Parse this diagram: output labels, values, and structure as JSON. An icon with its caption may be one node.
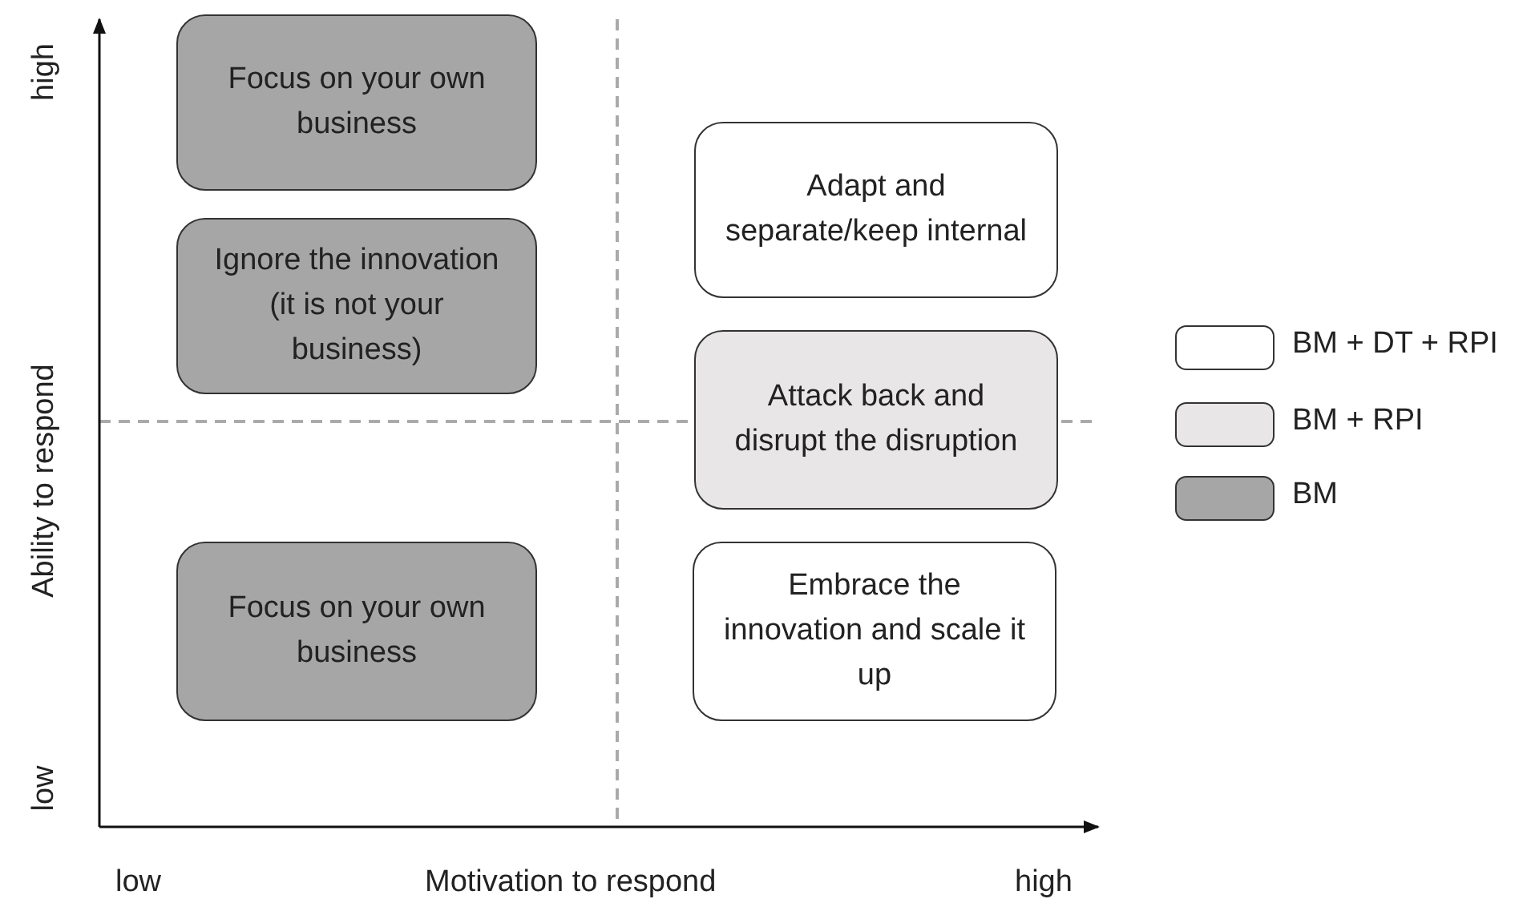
{
  "diagram": {
    "nodes": [
      {
        "text": [
          "Focus on your own business"
        ]
      },
      {
        "text": [
          "Adapt and separate/keep internal"
        ]
      },
      {
        "text": [
          "Ignore the innovation (it is not your business)"
        ]
      },
      {
        "text": [
          "Attack back and disrupt the disruption"
        ]
      },
      {
        "text": [
          "Focus on your own business"
        ]
      },
      {
        "text": [
          "Embrace the innovation and scale it up"
        ]
      }
    ],
    "labels": [
      "high",
      "Ability to respond",
      "low",
      "low",
      "Motivation to respond",
      "high"
    ],
    "legend": [
      {
        "text": "BM + DT + RPI",
        "color": "#ffffff"
      },
      {
        "text": "BM + RPI",
        "color": "#e8e6e6"
      },
      {
        "text": "BM",
        "color": "#a6a6a6"
      }
    ]
  }
}
